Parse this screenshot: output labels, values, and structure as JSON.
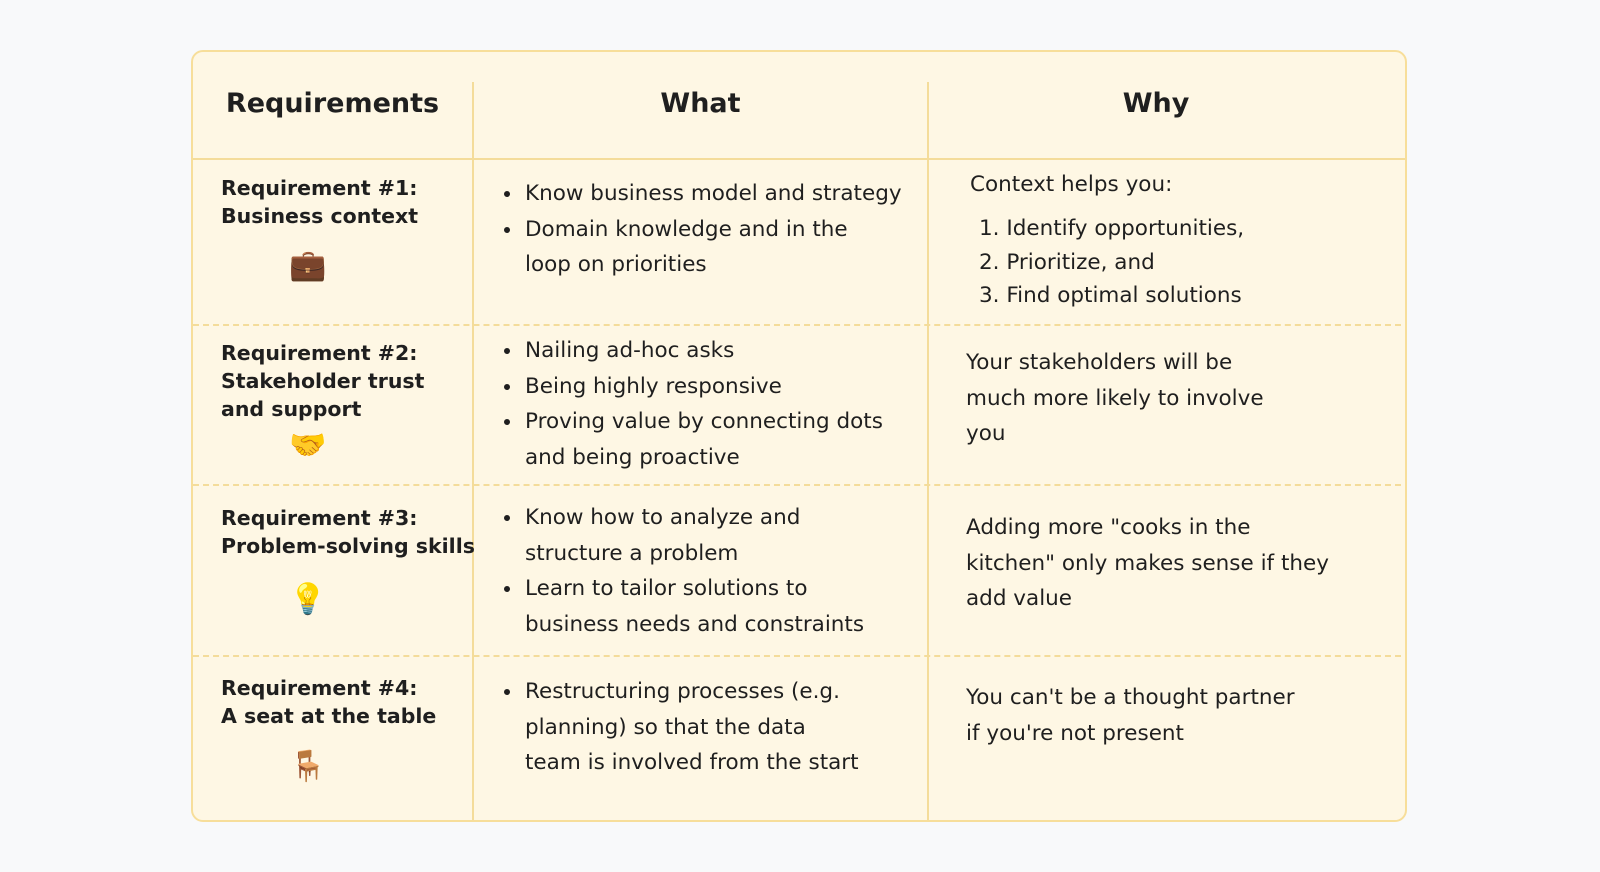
{
  "headers": {
    "requirements": "Requirements",
    "what": "What",
    "why": "Why"
  },
  "rows": [
    {
      "title_line1": "Requirement #1:",
      "title_line2": "Business context",
      "emoji": "💼",
      "emoji_name": "briefcase-icon",
      "what": [
        "Know business model and strategy",
        "Domain knowledge and in the loop on priorities"
      ],
      "why_intro": "Context helps you:",
      "why_list": [
        "1. Identify opportunities,",
        "2. Prioritize, and",
        "3. Find optimal solutions"
      ]
    },
    {
      "title_line1": "Requirement #2:",
      "title_line2": "Stakeholder trust",
      "title_line3": "and support",
      "emoji": "🤝",
      "emoji_name": "handshake-icon",
      "what": [
        "Nailing ad-hoc asks",
        "Being highly responsive",
        "Proving value by connecting dots and being proactive"
      ],
      "why": "Your stakeholders will be much more likely to involve you"
    },
    {
      "title_line1": "Requirement #3:",
      "title_line2": "Problem-solving skills",
      "emoji": "💡",
      "emoji_name": "lightbulb-icon",
      "what": [
        "Know how to analyze and structure a problem",
        "Learn to tailor solutions to business needs and constraints"
      ],
      "why": "Adding more \"cooks in the kitchen\" only makes sense if they add value"
    },
    {
      "title_line1": "Requirement #4:",
      "title_line2": "A seat at the table",
      "emoji": "🪑",
      "emoji_name": "chair-icon",
      "what": [
        "Restructuring processes (e.g. planning) so that the data team is involved from the start"
      ],
      "why": "You can't be a thought partner if you're not present"
    }
  ],
  "colors": {
    "card_background": "#fef7e4",
    "border": "#f4dc9a",
    "page_background": "#f8f9fa"
  }
}
